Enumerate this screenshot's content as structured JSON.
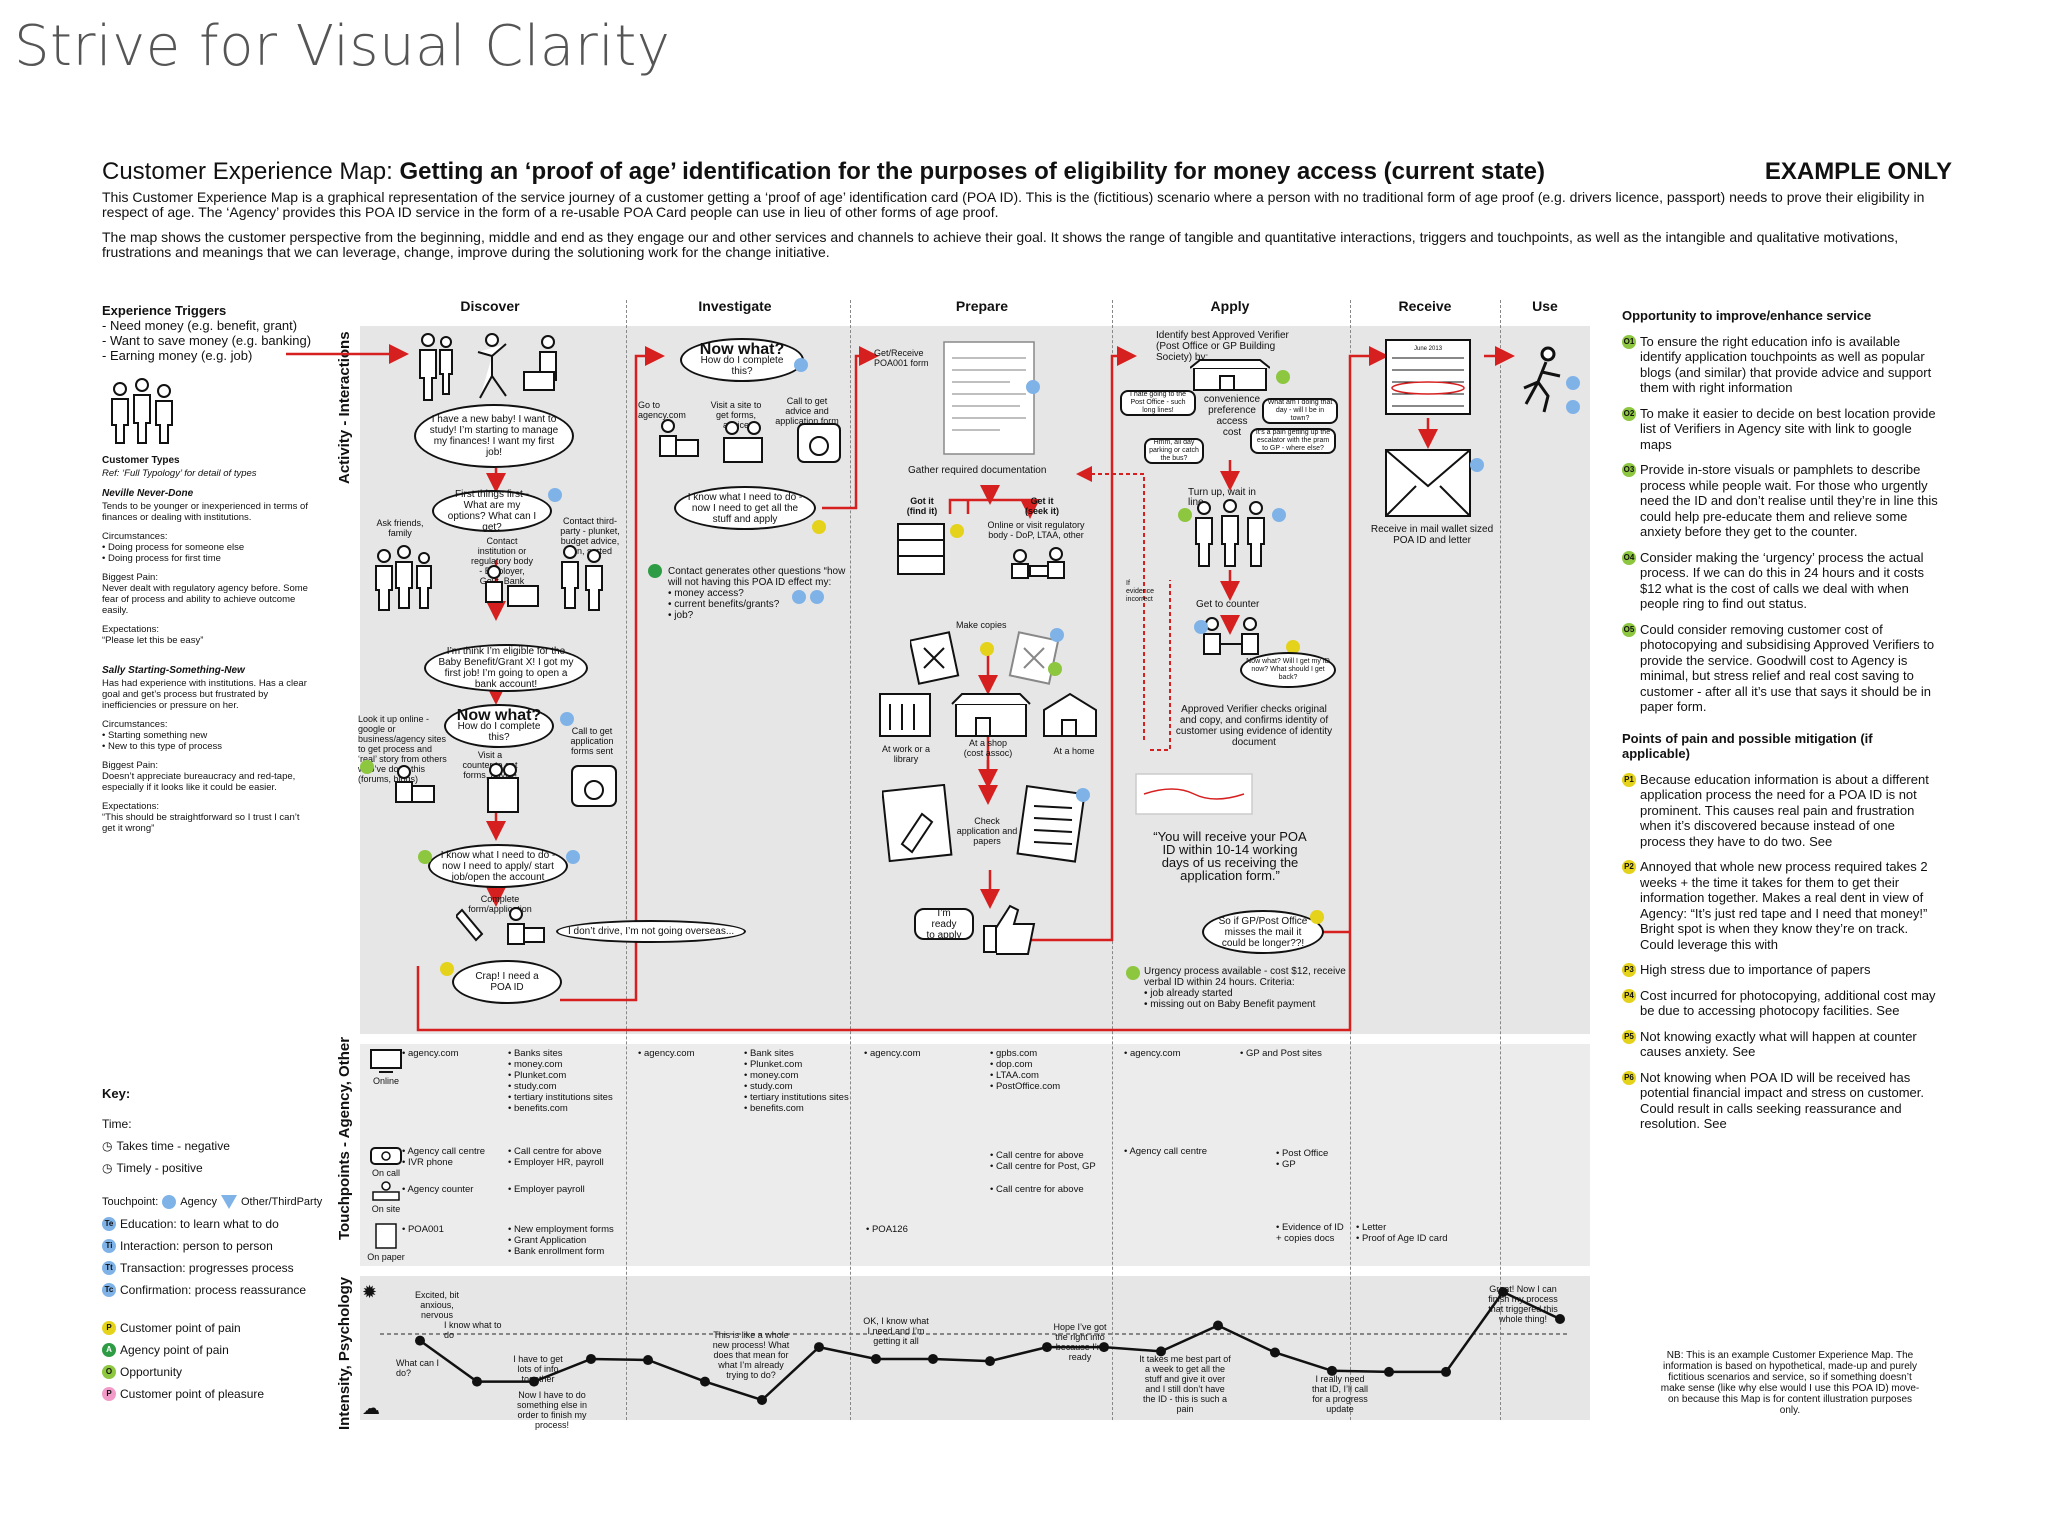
{
  "slide": {
    "title": "Strive for Visual Clarity"
  },
  "header": {
    "title_prefix": "Customer Experience Map: ",
    "title_bold": "Getting an ‘proof of age’ identification for the purposes of eligibility for money access (current state)",
    "example_only": "EXAMPLE ONLY",
    "intro": "This Customer Experience Map is a graphical representation of the service journey of a customer getting a ‘proof of age’ identification card (POA ID). This is the (fictitious) scenario where a person with no traditional form of age proof (e.g. drivers licence, passport) needs to prove their eligibility in respect of age. The ‘Agency’ provides this POA ID service in the form of a re-usable POA Card people can use in lieu of other forms of age proof.",
    "intro2": "The map shows the customer perspective from the beginning, middle and end as they engage our and other services and channels to achieve their goal. It shows the range of tangible and quantitative interactions, triggers and touchpoints, as well as the intangible and qualitative motivations, frustrations and meanings that we can leverage, change, improve during the solutioning work for the change initiative."
  },
  "triggers": {
    "heading": "Experience Triggers",
    "items": [
      "- Need money (e.g. benefit, grant)",
      "- Want to save money (e.g. banking)",
      "- Earning money (e.g. job)"
    ]
  },
  "customer_types": {
    "heading": "Customer Types",
    "ref": "Ref: ‘Full Typology’ for detail of types",
    "neville_name": "Neville Never-Done",
    "neville_desc": "Tends to be younger or inexperienced in terms of finances or dealing with institutions.",
    "neville_circ_h": "Circumstances:",
    "neville_circ": "• Doing process for someone else\n• Doing process for first time",
    "neville_pain_h": "Biggest Pain:",
    "neville_pain": "Never dealt with regulatory agency before. Some fear of process and ability to achieve outcome easily.",
    "neville_exp_h": "Expectations:",
    "neville_exp": "“Please let this be easy”",
    "sally_name": "Sally Starting-Something-New",
    "sally_desc": "Has had experience with institutions. Has a clear goal and get’s process but frustrated by inefficiencies or pressure on her.",
    "sally_circ_h": "Circumstances:",
    "sally_circ": "• Starting something new\n• New to this type of process",
    "sally_pain_h": "Biggest Pain:",
    "sally_pain": "Doesn’t appreciate bureaucracy and red-tape, especially if it looks like it could be easier.",
    "sally_exp_h": "Expectations:",
    "sally_exp": "“This should be straightforward so I trust I can’t get it wrong”"
  },
  "key": {
    "heading": "Key:",
    "time_h": "Time:",
    "time_neg": "Takes time - negative",
    "time_pos": "Timely - positive",
    "touchpoint_h": "Touchpoint:",
    "agency": "Agency",
    "other": "Other/ThirdParty",
    "t_items": [
      {
        "code": "Te",
        "label": "Education: to learn what to do"
      },
      {
        "code": "Ti",
        "label": "Interaction: person to person"
      },
      {
        "code": "Tt",
        "label": "Transaction: progresses process"
      },
      {
        "code": "Tc",
        "label": "Confirmation: process reassurance"
      }
    ],
    "p_items": [
      {
        "code": "P",
        "label": "Customer point of pain",
        "color": "#e4d21b"
      },
      {
        "code": "A",
        "label": "Agency point of pain",
        "color": "#2e9c44"
      },
      {
        "code": "O",
        "label": "Opportunity",
        "color": "#8dc63f"
      },
      {
        "code": "P",
        "label": "Customer point of pleasure",
        "color": "#f29bc8"
      }
    ]
  },
  "stages": [
    "Discover",
    "Investigate",
    "Prepare",
    "Apply",
    "Receive",
    "Use"
  ],
  "lanes": {
    "activity": "Activity - Interactions",
    "touchpoints": "Touchpoints - Agency, Other",
    "psychology": "Intensity, Psychology"
  },
  "activity": {
    "discover_bubble1": "I have a new baby! I want to study! I’m starting to manage my finances! I want my first job!",
    "discover_bubble2": "First things first - What are my options? What can I get?",
    "ask_friends": "Ask friends, family",
    "contact_inst": "Contact institution or regulatory body - Employer, Govt, Bank",
    "contact_third": "Contact third-party - plunket, budget advice, ssn, sorted",
    "discover_bubble3": "I’m think I’m eligible for the Baby Benefit/Grant X! I got my first job! I’m going to open a bank account!",
    "look_online": "Look it up online - google or business/agency sites to get process and ‘real’ story from others who’ve done this (forums, blogs)",
    "now_what": "Now what?",
    "how_complete": "How do I complete this?",
    "visit_counter": "Visit a counter to get forms, advice",
    "call_app": "Call to get application forms sent",
    "discover_bubble4": "I know what I need to do - now I need to apply/ start job/open the account",
    "complete_form": "Complete form/application",
    "dont_drive": "I don’t drive, I’m not going overseas...",
    "crap": "Crap! I need a POA ID",
    "inv_now_what": "Now what?",
    "inv_how": "How do I complete this?",
    "go_agency": "Go to agency.com",
    "visit_site": "Visit a site to get forms, advice",
    "call_advice": "Call to get advice and application form sent",
    "inv_bubble": "I know what I need to do - now I need to get all the stuff and apply",
    "contact_gen": "Contact generates other questions “how will not having this POA ID effect my:\n• money access?\n• current benefits/grants?\n• job?",
    "get_receive": "Get/Receive POA001 form",
    "gather_docs": "Gather required documentation",
    "got_it": "Got it (find it)",
    "get_it": "Get it (seek it)",
    "online_visit": "Online or visit regulatory body - DoP, LTAA, other",
    "make_copies": "Make copies",
    "at_work": "At work or a library",
    "at_shop": "At a shop (cost assoc)",
    "at_home": "At a home",
    "check_app": "Check application and papers",
    "im_ready": "I’m ready to apply",
    "identify_verifier": "Identify best Approved Verifier (Post Office or GP Building Society) by:",
    "convenience": "convenience",
    "preference": "preference",
    "access": "access",
    "cost": "cost",
    "hate_going": "I hate going to the Post Office - such long lines!",
    "what_day": "What am I doing that day - will I be in town?",
    "pain_up": "It’s a pain getting up the escalator with the pram to GP - where else?",
    "hmm_all_day": "Hmm, all day parking or catch the bus?",
    "turn_up": "Turn up, wait in line",
    "get_counter": "Get to counter",
    "now_what_id": "Now what? Will I get my ID now? What should I get back?",
    "if_evidence": "If evidence incorrect",
    "approved_checks": "Approved Verifier checks original and copy, and confirms identity of customer using evidence of identity document",
    "you_will_receive": "“You will receive your POA ID within 10-14 working days of us receiving the application form.”",
    "so_if_gp": "So if GP/Post Office misses the mail it could be longer??!",
    "urgency": "Urgency process available - cost $12, receive verbal ID within 24 hours. Criteria:\n• job already started\n• missing out on Baby Benefit payment",
    "receive_mail": "Receive in mail wallet sized POA ID and letter"
  },
  "touchpoints": {
    "online_label": "Online",
    "call_label": "On call",
    "site_label": "On site",
    "paper_label": "On paper",
    "online": [
      "• agency.com",
      "• Banks sites\n• money.com\n• Plunket.com\n• study.com\n• tertiary institutions sites\n• benefits.com",
      "• agency.com",
      "• Bank sites\n• Plunket.com\n• money.com\n• study.com\n• tertiary institutions sites\n• benefits.com",
      "• agency.com",
      "• gpbs.com\n• dop.com\n• LTAA.com\n• PostOffice.com",
      "• agency.com",
      "• GP and Post sites"
    ],
    "call": [
      "• Agency call centre\n• IVR phone",
      "• Call centre for above\n• Employer HR, payroll",
      "• Call centre for above\n• Call centre for Post, GP",
      "• Agency call centre",
      "• Post Office\n• GP"
    ],
    "site": [
      "• Agency counter",
      "• Employer payroll",
      "• Call centre for above"
    ],
    "paper": [
      "• POA001",
      "• New employment forms\n• Grant Application\n• Bank enrollment form",
      "• POA126",
      "• Evidence of ID + copies docs",
      "• Letter\n• Proof of Age ID card"
    ]
  },
  "psychology": {
    "notes": [
      "Excited, bit anxious, nervous",
      "I know what to do",
      "What can I do?",
      "I have to get lots of info together",
      "Now I have to do something else in order to finish my process!",
      "This is like a whole new process! What does that mean for what I’m already trying to do?",
      "OK, I know what I need and I’m getting it all",
      "Hope I’ve got the right info because I’m ready",
      "It takes me best part of a week to get all the stuff and give it over and I still don’t have the ID - this is such a pain",
      "I really need that ID, I’ll call for a progress update",
      "Great! Now I can finish my process that triggered this whole thing!"
    ],
    "curve": [
      0.45,
      0.83,
      0.83,
      0.62,
      0.63,
      0.83,
      1.0,
      0.51,
      0.62,
      0.62,
      0.64,
      0.51,
      0.51,
      0.55,
      0.31,
      0.56,
      0.73,
      0.74,
      0.74,
      0.0,
      0.25
    ]
  },
  "opportunity": {
    "heading": "Opportunity to improve/enhance service",
    "items": [
      {
        "code": "O1",
        "text": "To ensure the right education info is available identify application touchpoints as well as popular blogs (and similar) that provide advice and support them with right information"
      },
      {
        "code": "O2",
        "text": "To make it easier to decide on best location provide list of Verifiers in Agency site with link to google maps"
      },
      {
        "code": "O3",
        "text": "Provide in-store visuals or pamphlets to describe process while people wait. For those who urgently need the ID and don’t realise until they’re in line this could help pre-educate them and relieve some anxiety before they get to the counter."
      },
      {
        "code": "O4",
        "text": "Consider making the ‘urgency’ process the actual process. If we can do this in 24 hours and it costs $12 what is the cost of calls we deal with when people ring to find out status."
      },
      {
        "code": "O5",
        "text": "Could consider removing customer cost of photocopying and subsidising Approved Verifiers to provide the service. Goodwill cost to Agency is minimal, but stress relief and real cost saving to customer - after all it’s use that says it should be in paper form."
      }
    ]
  },
  "pain": {
    "heading": "Points of pain and possible mitigation (if applicable)",
    "items": [
      {
        "code": "P1",
        "text": "Because education information is about a different application process the need for a POA ID is not prominent. This causes real pain and frustration when it’s discovered because instead of one process they have to do two. See"
      },
      {
        "code": "P2",
        "text": "Annoyed that whole new process required takes 2 weeks + the time it takes for them to get their information together. Makes a real dent in view of Agency: “It’s just red tape and I need that money!” Bright spot is when they know they’re on track. Could leverage this with"
      },
      {
        "code": "P3",
        "text": "High stress due to importance of papers"
      },
      {
        "code": "P4",
        "text": "Cost incurred for photocopying, additional cost may be due to accessing photocopy facilities. See"
      },
      {
        "code": "P5",
        "text": "Not knowing exactly what will happen at counter causes anxiety. See"
      },
      {
        "code": "P6",
        "text": "Not knowing when POA ID will be received has potential financial impact and stress on customer. Could result in calls seeking reassurance and resolution. See"
      }
    ]
  },
  "nb": "NB: This is an example Customer Experience Map. The information is based on hypothetical, made-up and purely fictitious scenarios and service, so if something doesn’t make sense (like why else would I use this POA ID) move-on because this Map is for content illustration purposes only.",
  "colors": {
    "arrow_red": "#d62020",
    "panel_grey": "#e6e6e6",
    "agency_blue": "#7fb3e8",
    "pain_yellow": "#e4d21b",
    "opp_green": "#8dc63f",
    "pleasure_pink": "#f29bc8"
  }
}
